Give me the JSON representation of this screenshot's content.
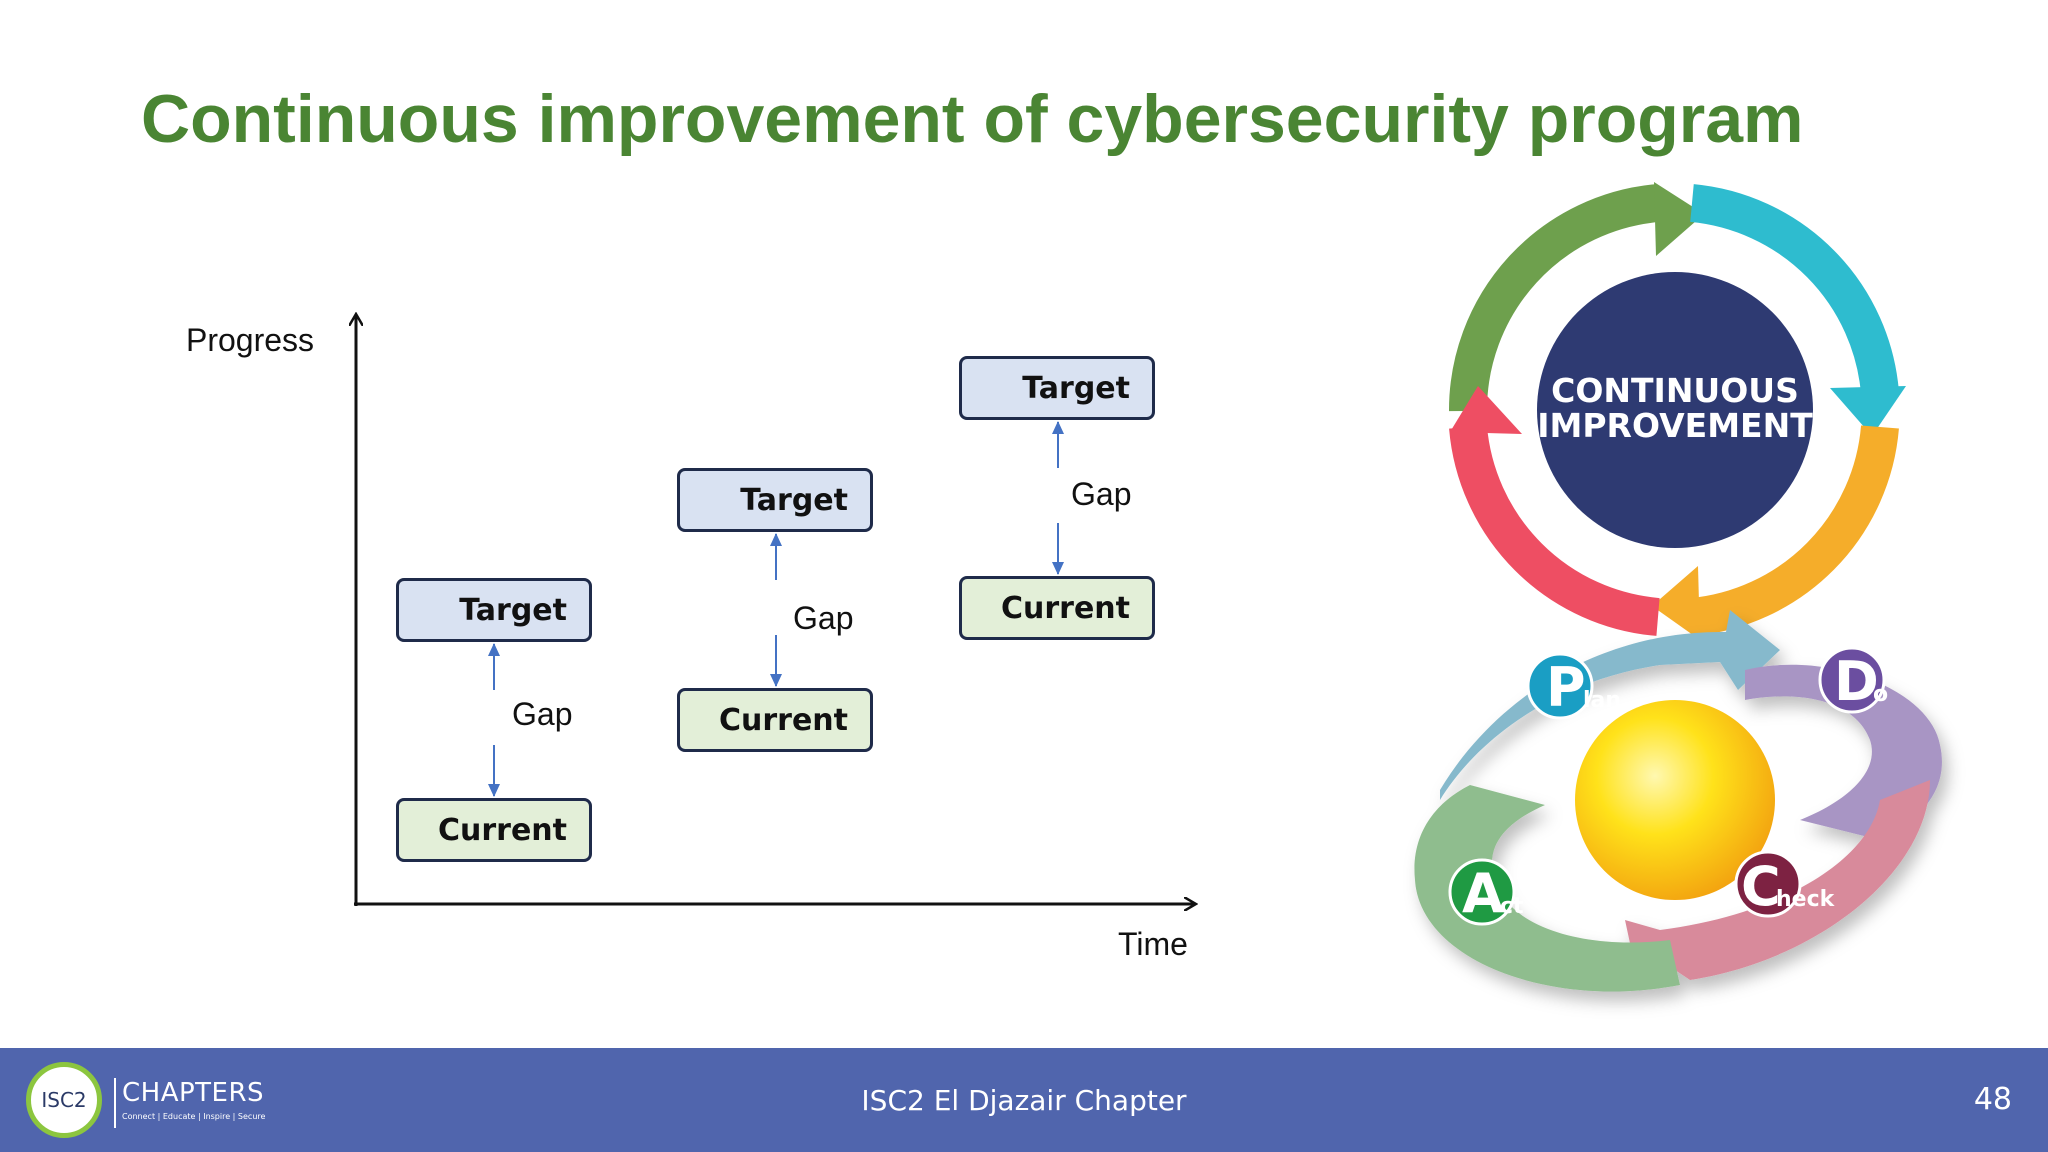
{
  "slide": {
    "title": "Continuous improvement of cybersecurity program",
    "page_number": "48"
  },
  "diagram": {
    "y_axis_label": "Progress",
    "x_axis_label": "Time",
    "stages": [
      {
        "target_label": "Target",
        "current_label": "Current",
        "gap_label": "Gap"
      },
      {
        "target_label": "Target",
        "current_label": "Current",
        "gap_label": "Gap"
      },
      {
        "target_label": "Target",
        "current_label": "Current",
        "gap_label": "Gap"
      }
    ]
  },
  "cycle": {
    "center_line1": "CONTINUOUS",
    "center_line2": "IMPROVEMENT",
    "colors": [
      "#6ea04d",
      "#2ebccf",
      "#f5ad2a",
      "#ee4e63"
    ],
    "center_color": "#2e3a72"
  },
  "pdca": {
    "plan": {
      "letter": "P",
      "suffix": "lan",
      "color": "#1a9ec4"
    },
    "do": {
      "letter": "D",
      "suffix": "o",
      "color": "#6b4ea0"
    },
    "check": {
      "letter": "C",
      "suffix": "heck",
      "color": "#7d2242"
    },
    "act": {
      "letter": "A",
      "suffix": "ct",
      "color": "#1f9a43"
    }
  },
  "footer": {
    "chapter_name": "ISC2 El Djazair Chapter",
    "logo_text": "ISC2",
    "brand_name": "CHAPTERS",
    "brand_tagline": "Connect | Educate | Inspire | Secure"
  }
}
